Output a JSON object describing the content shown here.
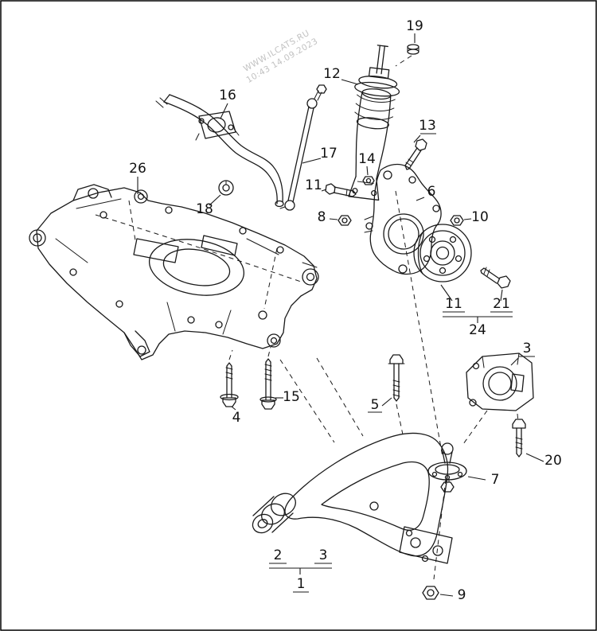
{
  "diagram": {
    "type": "exploded-parts-diagram",
    "subject": "front suspension subframe, control arm, strut and wheel bearing",
    "colors": {
      "background": "#ffffff",
      "line": "#1a1a1a",
      "watermark": "#c2c2c2",
      "border": "#000000"
    },
    "watermark": {
      "line1": "WWW.ILCATS.RU",
      "line2": "10:43 14.09.2023"
    },
    "callouts": [
      {
        "label": "19"
      },
      {
        "label": "12"
      },
      {
        "label": "16"
      },
      {
        "label": "13"
      },
      {
        "label": "17"
      },
      {
        "label": "14"
      },
      {
        "label": "26"
      },
      {
        "label": "11"
      },
      {
        "label": "6"
      },
      {
        "label": "18"
      },
      {
        "label": "8"
      },
      {
        "label": "10"
      },
      {
        "label": "11"
      },
      {
        "label": "21"
      },
      {
        "label": "24"
      },
      {
        "label": "3"
      },
      {
        "label": "15"
      },
      {
        "label": "5"
      },
      {
        "label": "4"
      },
      {
        "label": "20"
      },
      {
        "label": "7"
      },
      {
        "label": "2"
      },
      {
        "label": "3"
      },
      {
        "label": "1"
      },
      {
        "label": "9"
      }
    ]
  }
}
